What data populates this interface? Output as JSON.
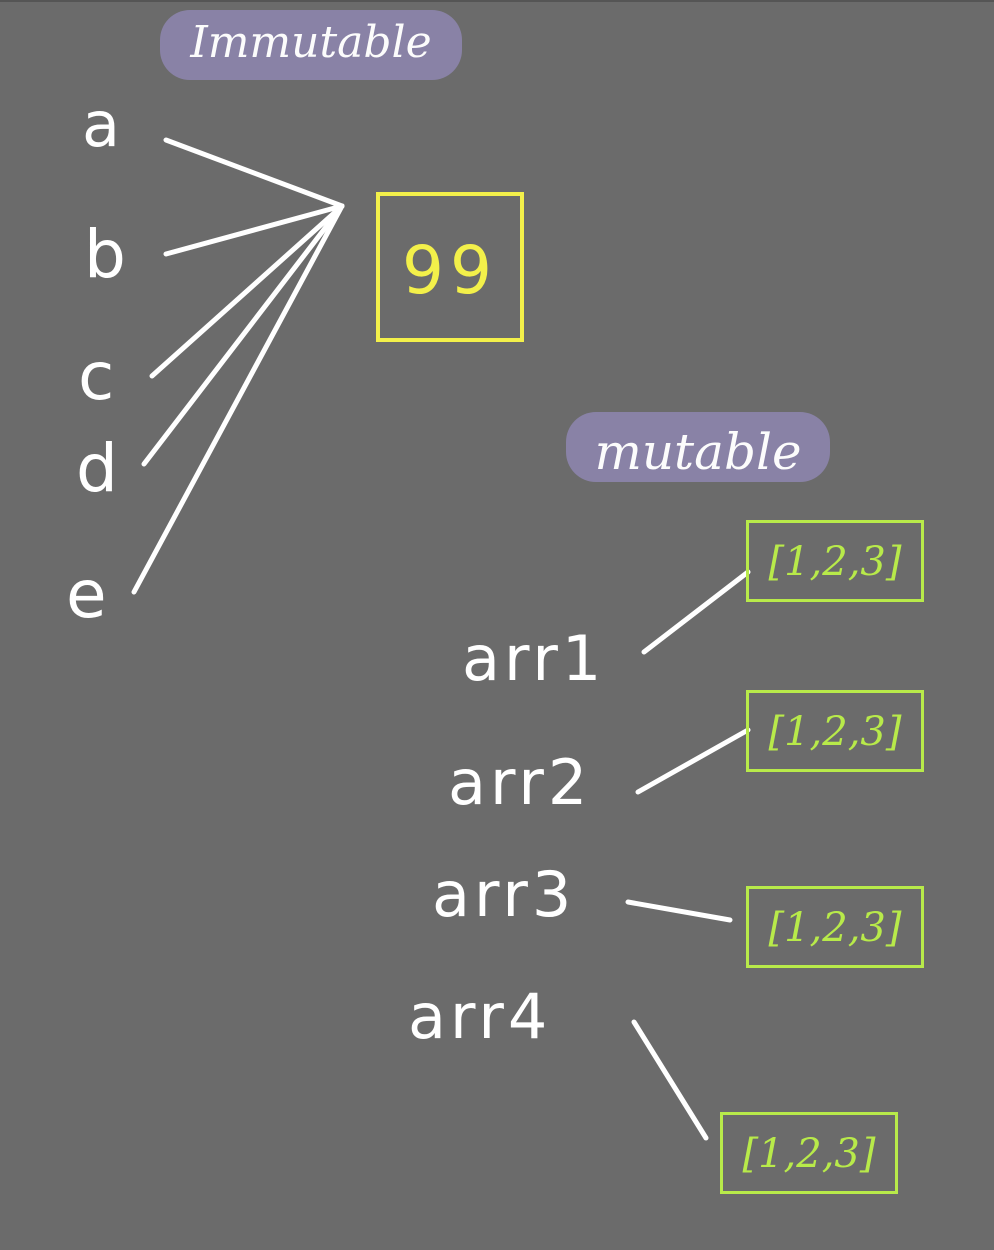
{
  "labels": {
    "immutable": "Immutable",
    "mutable": "mutable"
  },
  "immutable_vars": [
    "a",
    "b",
    "c",
    "d",
    "e"
  ],
  "immutable_value": "99",
  "mutable_vars": [
    "arr1",
    "arr2",
    "arr3",
    "arr4"
  ],
  "mutable_values": [
    "[1,2,3]",
    "[1,2,3]",
    "[1,2,3]",
    "[1,2,3]"
  ],
  "colors": {
    "background": "#6b6b6b",
    "pill": "#8a83a8",
    "line": "#ffffff",
    "immutable_box": "#f3f04a",
    "mutable_box": "#b8ea4a"
  }
}
